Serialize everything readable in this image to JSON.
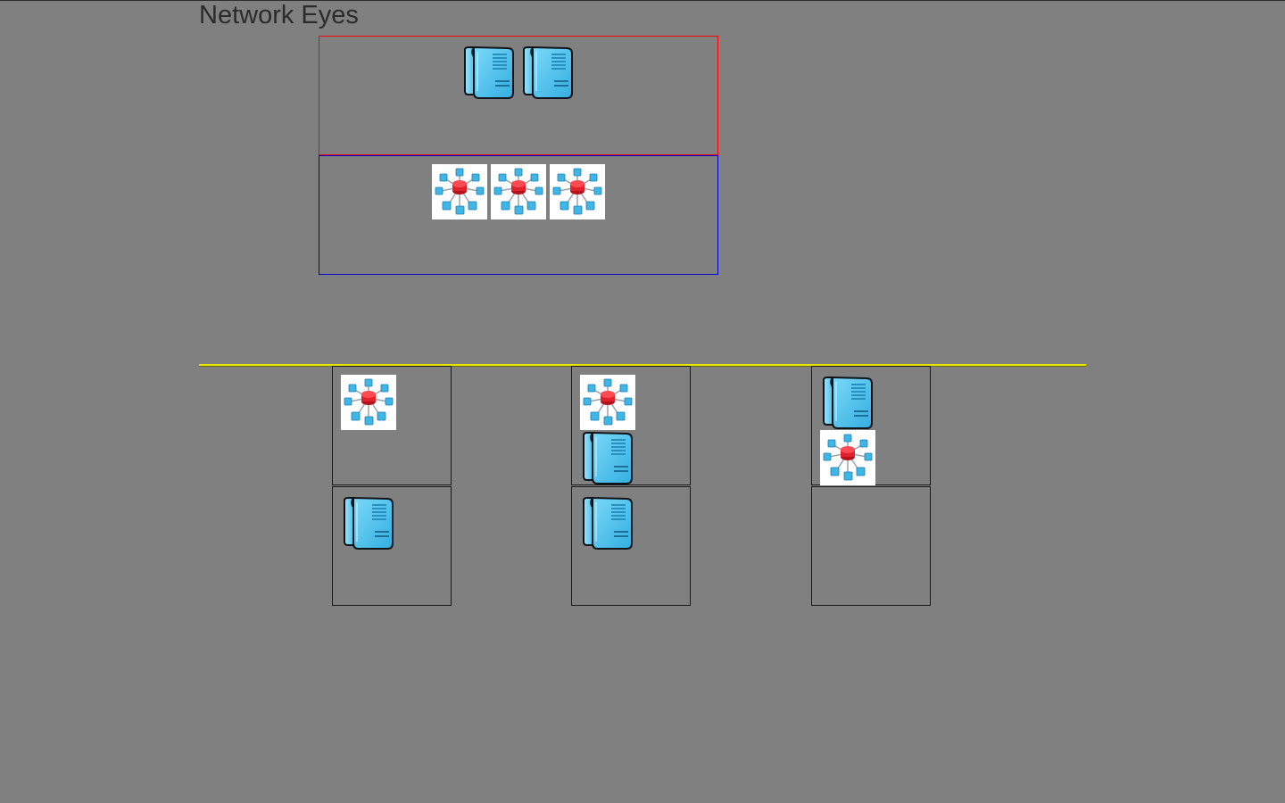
{
  "app": {
    "title": "Network Eyes"
  },
  "palette": {
    "background": "#808080",
    "server_pool_border": "#ff0000",
    "network_pool_border": "#0000cc",
    "divider": "#e6e600",
    "server_fill": "#5cc8f0",
    "network_hub": "#e0202a"
  },
  "pools": {
    "servers": {
      "item_type": "server-icon",
      "count": 2
    },
    "networks": {
      "item_type": "network-icon",
      "count": 3
    }
  },
  "slots": [
    {
      "row": 1,
      "col": 1,
      "items": [
        "network-icon"
      ]
    },
    {
      "row": 1,
      "col": 2,
      "items": [
        "network-icon",
        "server-icon"
      ]
    },
    {
      "row": 1,
      "col": 3,
      "items": [
        "server-icon",
        "network-icon"
      ]
    },
    {
      "row": 2,
      "col": 1,
      "items": [
        "server-icon"
      ]
    },
    {
      "row": 2,
      "col": 2,
      "items": [
        "server-icon"
      ]
    },
    {
      "row": 2,
      "col": 3,
      "items": []
    }
  ]
}
